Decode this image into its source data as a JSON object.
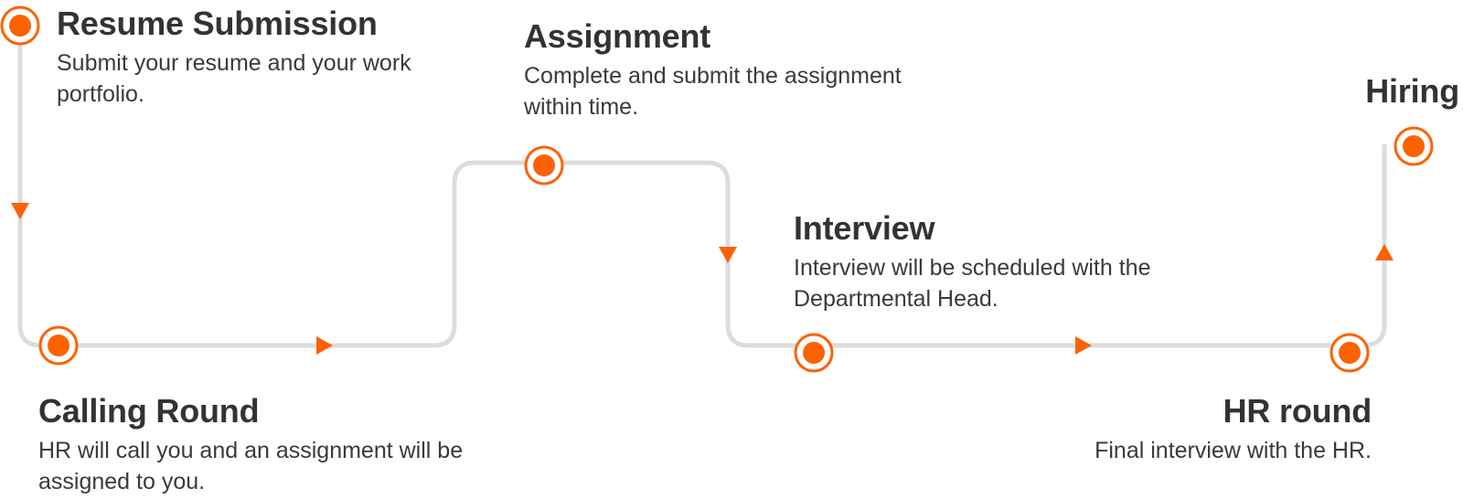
{
  "colors": {
    "accent": "#fd6200",
    "track": "#dcdcdc",
    "text": "#333333"
  },
  "steps": [
    {
      "title": "Resume Submission",
      "description": "Submit your resume and your work portfolio."
    },
    {
      "title": "Calling Round",
      "description": "HR will call you and an assignment will be assigned to you."
    },
    {
      "title": "Assignment",
      "description": "Complete and submit the assignment within time."
    },
    {
      "title": "Interview",
      "description": "Interview will be scheduled with the Departmental Head."
    },
    {
      "title": "HR round",
      "description": "Final interview with the HR."
    },
    {
      "title": "Hiring",
      "description": ""
    }
  ]
}
